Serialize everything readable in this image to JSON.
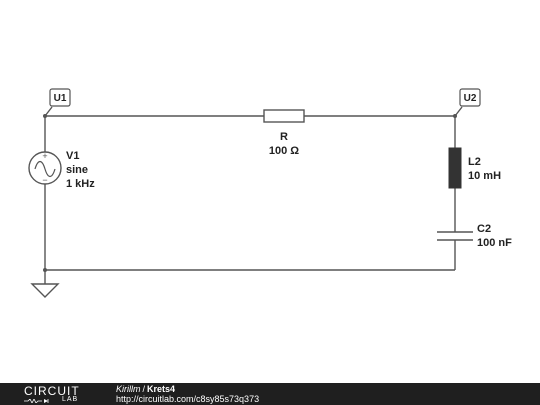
{
  "circuit": {
    "nodes": {
      "left_label": "U1",
      "right_label": "U2"
    },
    "source": {
      "name": "V1",
      "type": "sine",
      "frequency": "1 kHz"
    },
    "resistor": {
      "name": "R",
      "value": "100 Ω"
    },
    "inductor": {
      "name": "L2",
      "value": "10 mH"
    },
    "capacitor": {
      "name": "C2",
      "value": "100 nF"
    }
  },
  "footer": {
    "logo_top": "CIRCUIT",
    "logo_bottom": "LAB",
    "author": "Kirillm",
    "separator": "/",
    "circuit_name": "Krets4",
    "url": "http://circuitlab.com/c8sy85s73q373"
  },
  "colors": {
    "wire": "#555555",
    "inductor_fill": "#333333",
    "footer_bg": "#1f1f1f",
    "text": "#222222"
  }
}
